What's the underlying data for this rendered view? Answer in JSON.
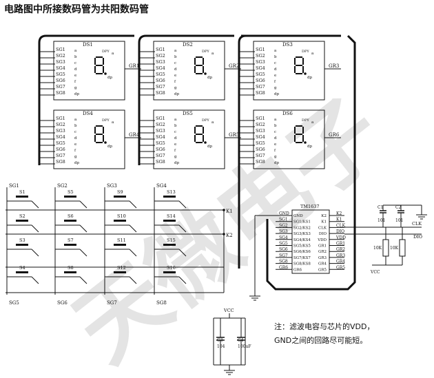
{
  "title": "电路图中所接数码管为共阳数码管",
  "note": {
    "line1": "注：滤波电容与芯片的VDD，",
    "line2": "GND之间的回路尽可能短。"
  },
  "displays": [
    {
      "name": "DS1",
      "gr": "GR1"
    },
    {
      "name": "DS2",
      "gr": "GR2"
    },
    {
      "name": "DS3",
      "gr": "GR3"
    },
    {
      "name": "DS4",
      "gr": "GR4"
    },
    {
      "name": "DS5",
      "gr": "GR5"
    },
    {
      "name": "DS6",
      "gr": "GR6"
    }
  ],
  "display_pins": [
    "SG1",
    "SG2",
    "SG3",
    "SG4",
    "SG5",
    "SG6",
    "SG7",
    "SG8"
  ],
  "segment_letters": [
    "a",
    "b",
    "c",
    "d",
    "e",
    "f",
    "g",
    "dp"
  ],
  "display_dpy": "DPY",
  "keys": {
    "rows": [
      [
        "S1",
        "S5",
        "S9",
        "S13"
      ],
      [
        "S2",
        "S6",
        "S10",
        "S14"
      ],
      [
        "S3",
        "S7",
        "S11",
        "S15"
      ],
      [
        "S4",
        "S8",
        "S12",
        "S16"
      ]
    ],
    "top_labels": [
      "SG1",
      "SG2",
      "SG3",
      "SG4"
    ],
    "bottom_labels": [
      "SG5",
      "SG6",
      "SG7",
      "SG8"
    ],
    "k1": "K1",
    "k2": "K2"
  },
  "chip": {
    "name": "TM1637",
    "left_pins": [
      "GND",
      "SG1",
      "SG2",
      "SG3",
      "SG4",
      "SG5",
      "SG6",
      "SG7",
      "SG8",
      "GR6"
    ],
    "left_funcs": [
      "GND",
      "SG1/KS1",
      "SG2/KS2",
      "SG3/KS3",
      "SG4/KS4",
      "SG5/KS5",
      "SG6/KS6",
      "SG7/KS7",
      "SG8/KS8",
      "GR6"
    ],
    "right_funcs": [
      "K2",
      "K1",
      "CLK",
      "DIO",
      "VDD",
      "GR1",
      "GR2",
      "GR3",
      "GR4",
      "GR5"
    ],
    "right_pins": [
      "K2",
      "K1",
      "CLK",
      "DIO",
      "VDD",
      "GR1",
      "GR2",
      "GR3",
      "GR4",
      "GR5"
    ]
  },
  "passives": {
    "c1": "C1",
    "c1v": "101",
    "c2": "C2",
    "c2v": "101",
    "r1": "10K",
    "r2": "10K",
    "clk": "CLK",
    "dio": "DIO",
    "vcc": "VCC",
    "c3": "C3",
    "c3v": "104",
    "c4": "C4",
    "c4v": "100uF",
    "vcc2": "VCC"
  },
  "watermark": "天微电子",
  "colors": {
    "ink": "#111111",
    "watermark": "#e6e6e6",
    "background": "#ffffff"
  }
}
